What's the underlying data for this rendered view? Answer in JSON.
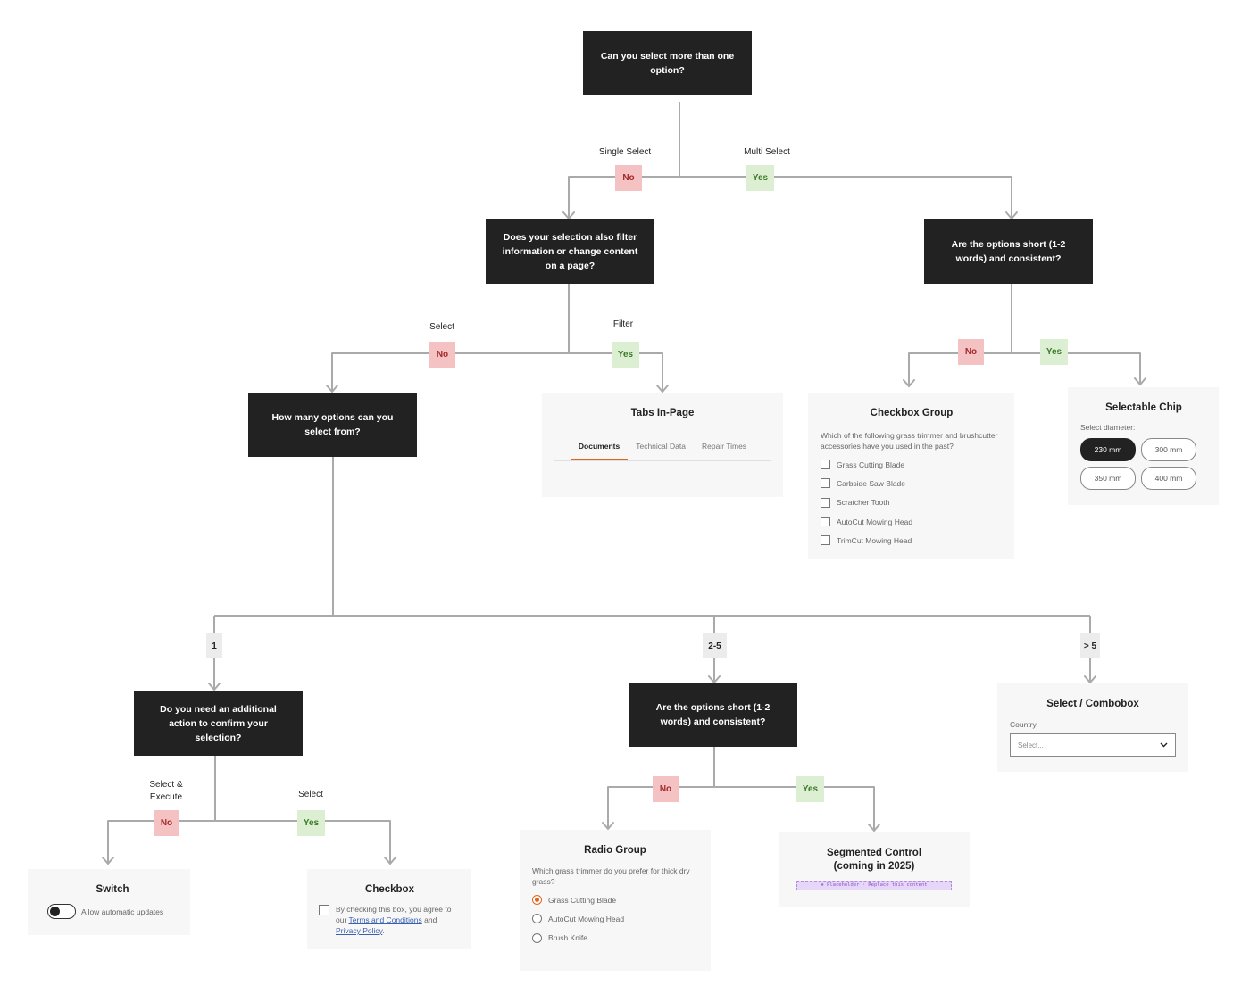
{
  "questions": {
    "q_multi": "Can you select more than one option?",
    "q_filter": "Does your selection also filter information or change content on a page?",
    "q_short_top": "Are the options short (1-2 words) and consistent?",
    "q_how_many": "How many options can you select from?",
    "q_confirm": "Do you need an additional action to confirm your selection?",
    "q_short_mid": "Are the options short (1-2 words) and consistent?"
  },
  "branch_labels": {
    "single_select": "Single Select",
    "multi_select": "Multi Select",
    "select": "Select",
    "filter": "Filter",
    "select_execute": "Select & Execute",
    "select_2": "Select"
  },
  "badges": {
    "no": "No",
    "yes": "Yes",
    "count_1": "1",
    "count_2_5": "2-5",
    "count_gt_5": "> 5"
  },
  "tabs_card": {
    "title": "Tabs In-Page",
    "tabs": [
      "Documents",
      "Technical Data",
      "Repair Times"
    ]
  },
  "checkbox_group": {
    "title": "Checkbox Group",
    "question": "Which of the following grass trimmer and brushcutter accessories have you used in the past?",
    "options": [
      "Grass Cutting Blade",
      "Carbside Saw Blade",
      "Scratcher Tooth",
      "AutoCut Mowing Head",
      "TrimCut Mowing Head"
    ]
  },
  "selectable_chip": {
    "title": "Selectable Chip",
    "label": "Select diameter:",
    "chips": [
      "230 mm",
      "300 mm",
      "350 mm",
      "400 mm"
    ],
    "selected": "230 mm"
  },
  "select_combobox": {
    "title": "Select / Combobox",
    "label": "Country",
    "placeholder": "Select..."
  },
  "switch_card": {
    "title": "Switch",
    "label": "Allow automatic updates"
  },
  "checkbox_card": {
    "title": "Checkbox",
    "text_before": "By checking this box, you agree to our",
    "link1": "Terms and Conditions",
    "text_and": "and",
    "link2": "Privacy Policy",
    "text_end": "."
  },
  "radio_group": {
    "title": "Radio Group",
    "question": "Which grass trimmer do you prefer for thick dry grass?",
    "options": [
      "Grass Cutting Blade",
      "AutoCut Mowing Head",
      "Brush Knife"
    ],
    "selected": "Grass Cutting Blade"
  },
  "segmented": {
    "title_line1": "Segmented Control",
    "title_line2": "(coming in 2025)",
    "placeholder": "❖ Placeholder · Replace this content"
  },
  "colors": {
    "question_bg": "#222222",
    "no_bg": "#f5c2c4",
    "no_text": "#a32a2a",
    "yes_bg": "#dcefd3",
    "yes_text": "#3c7a28",
    "accent": "#e0641c",
    "connector": "#aaaaaa",
    "card_bg": "#f7f7f7"
  }
}
